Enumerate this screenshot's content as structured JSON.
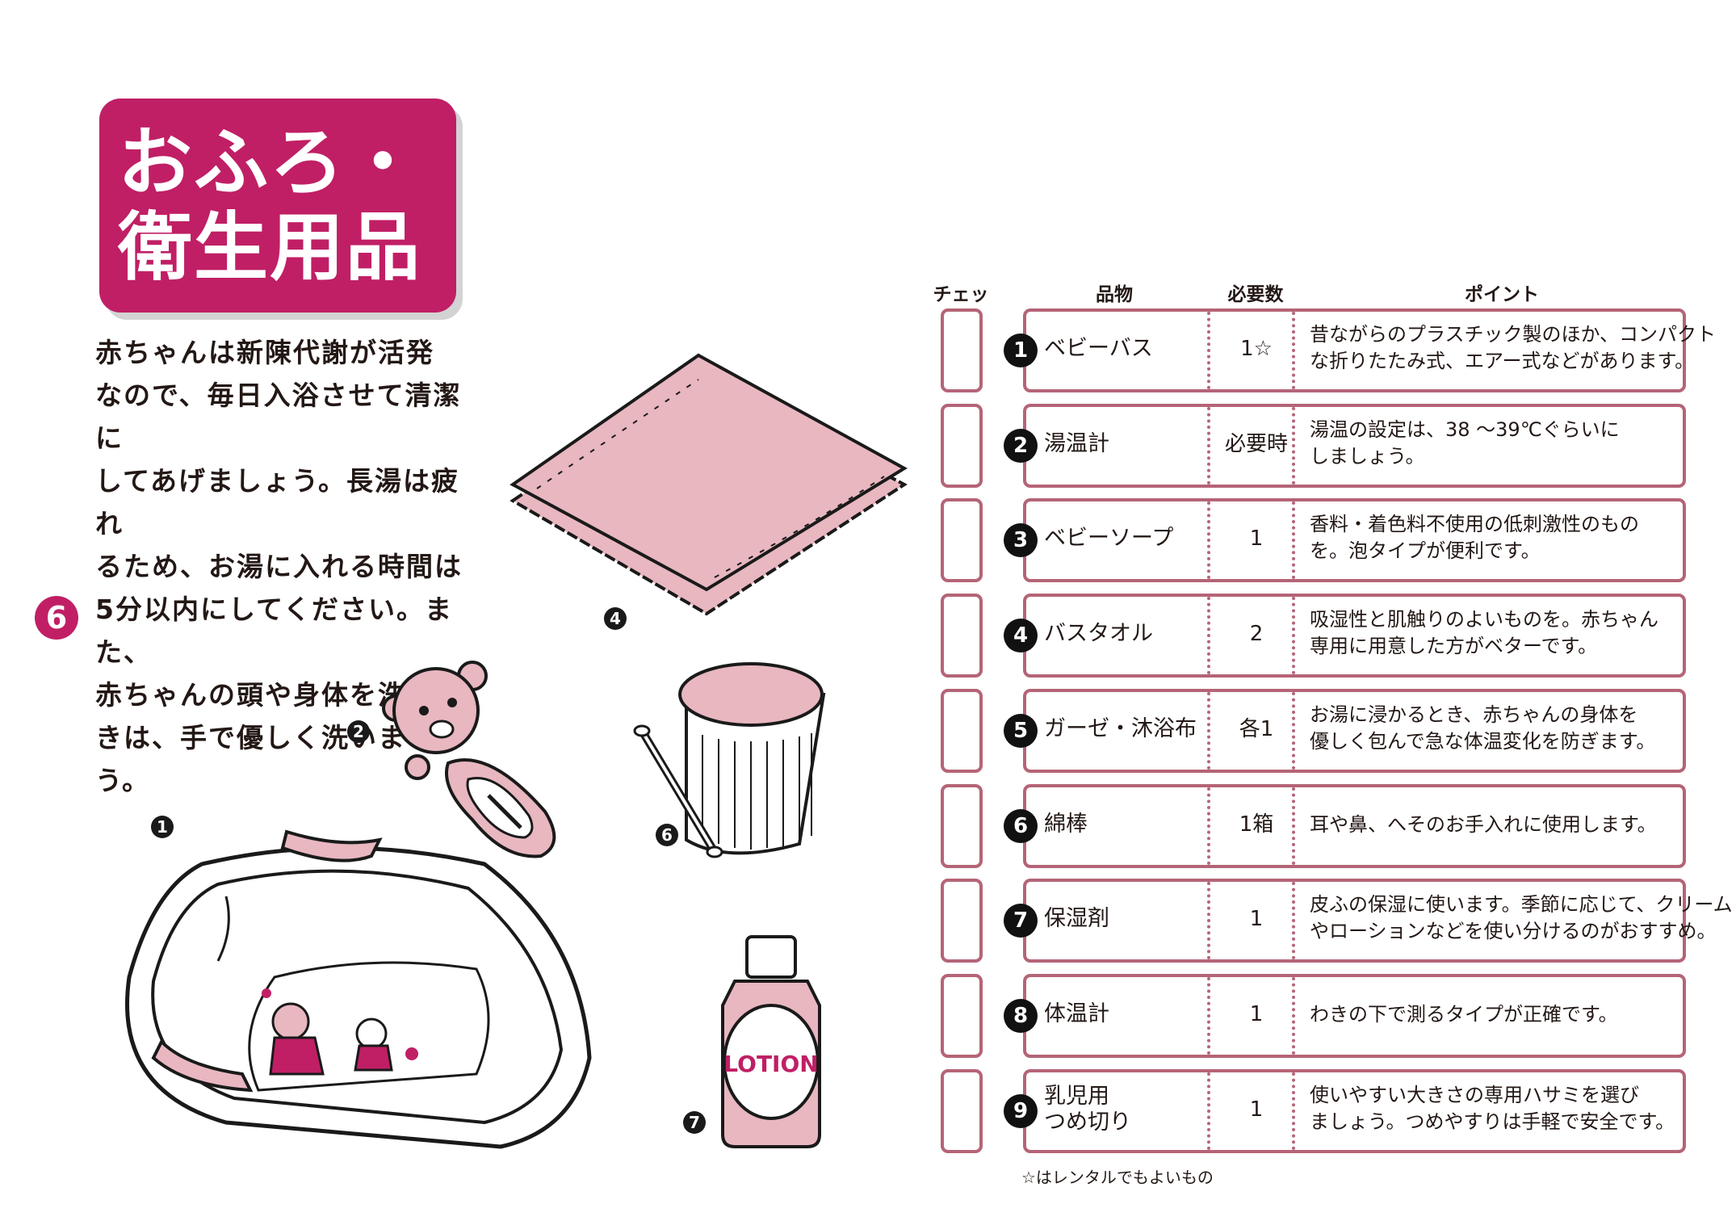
{
  "title": {
    "line1": "おふろ・",
    "line2": "衛生用品"
  },
  "intro_lines": [
    "赤ちゃんは新陳代謝が活発",
    "なので、毎日入浴させて清潔に",
    "してあげましょう。長湯は疲れ",
    "るため、お湯に入れる時間は",
    "5分以内にしてください。また、",
    "赤ちゃんの頭や身体を洗うと",
    "きは、手で優しく洗いましょう。"
  ],
  "page_number": "6",
  "table": {
    "headers": {
      "check": "チェック",
      "item": "品物",
      "qty": "必要数",
      "point": "ポイント"
    },
    "rows": [
      {
        "num": "1",
        "item": "ベビーバス",
        "qty": "1☆",
        "point": [
          "昔ながらのプラスチック製のほか、コンパクト",
          "な折りたたみ式、エアー式などがあります。"
        ]
      },
      {
        "num": "2",
        "item": "湯温計",
        "qty": "必要時",
        "point": [
          "湯温の設定は、38 ～39℃ぐらいに",
          "しましょう。"
        ]
      },
      {
        "num": "3",
        "item": "ベビーソープ",
        "qty": "1",
        "point": [
          "香料・着色料不使用の低刺激性のもの",
          "を。泡タイプが便利です。"
        ]
      },
      {
        "num": "4",
        "item": "バスタオル",
        "qty": "2",
        "point": [
          "吸湿性と肌触りのよいものを。赤ちゃん",
          "専用に用意した方がベターです。"
        ]
      },
      {
        "num": "5",
        "item": "ガーゼ・沐浴布",
        "qty": "各1",
        "point": [
          "お湯に浸かるとき、赤ちゃんの身体を",
          "優しく包んで急な体温変化を防ぎます。"
        ]
      },
      {
        "num": "6",
        "item": "綿棒",
        "qty": "1箱",
        "point": [
          "耳や鼻、へそのお手入れに使用します。"
        ]
      },
      {
        "num": "7",
        "item": "保湿剤",
        "qty": "1",
        "point": [
          "皮ふの保湿に使います。季節に応じて、クリーム",
          "やローションなどを使い分けるのがおすすめ。"
        ]
      },
      {
        "num": "8",
        "item": "体温計",
        "qty": "1",
        "point": [
          "わきの下で測るタイプが正確です。"
        ]
      },
      {
        "num": "9",
        "item": "乳児用\nつめ切り",
        "qty": "1",
        "point": [
          "使いやすい大きさの専用ハサミを選び",
          "ましょう。つめやすりは手軽で安全です。"
        ]
      }
    ]
  },
  "footnote": "☆はレンタルでもよいもの",
  "illustrations": {
    "lotion_label": "LOTION",
    "badges": [
      "1",
      "2",
      "4",
      "6",
      "7"
    ]
  },
  "colors": {
    "accent": "#c01f65",
    "row_border": "#b56477",
    "pink_fill": "#e8b7c0"
  }
}
